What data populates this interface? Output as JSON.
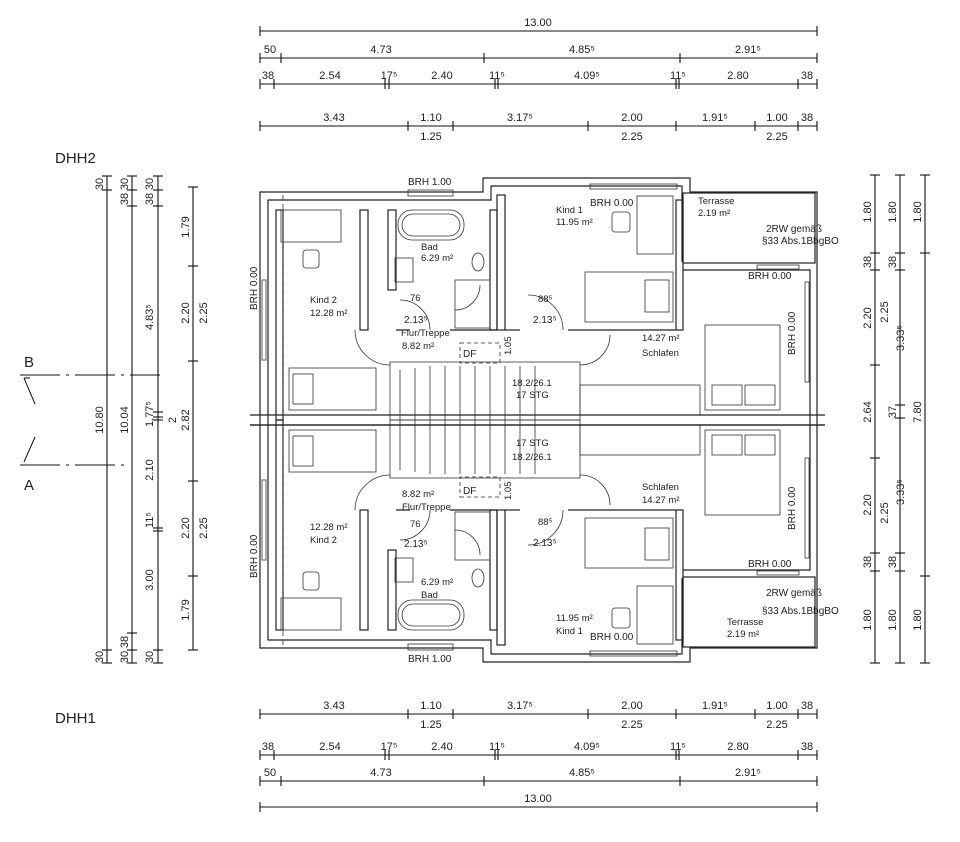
{
  "labels": {
    "dhh2": "DHH2",
    "dhh1": "DHH1",
    "section_a": "A",
    "section_b": "B"
  },
  "dims_top": {
    "overall": "13.00",
    "row2": [
      "50",
      "4.73",
      "4.85⁵",
      "2.91⁵"
    ],
    "row3": [
      "38",
      "2.54",
      "17⁵",
      "2.40",
      "11⁵",
      "4.09⁵",
      "11⁵",
      "2.80",
      "38"
    ],
    "row4_above": [
      "3.43",
      "1.10",
      "3.17⁵",
      "2.00",
      "1.91⁵",
      "1.00",
      "38"
    ],
    "row4_below": [
      "1.25",
      "2.25",
      "2.25"
    ]
  },
  "dims_bottom": {
    "overall": "13.00",
    "row2": [
      "50",
      "4.73",
      "4.85⁵",
      "2.91⁵"
    ],
    "row3": [
      "38",
      "2.54",
      "17⁵",
      "2.40",
      "11⁵",
      "4.09⁵",
      "11⁵",
      "2.80",
      "38"
    ],
    "row4_above": [
      "3.43",
      "1.10",
      "3.17⁵",
      "2.00",
      "1.91⁵",
      "1.00",
      "38"
    ],
    "row4_below": [
      "1.25",
      "2.25",
      "2.25"
    ]
  },
  "dims_left": {
    "col1": [
      "30",
      "10.80",
      "30"
    ],
    "col2": [
      "30",
      "38",
      "10.04",
      "38",
      "30"
    ],
    "col3": [
      "30",
      "38",
      "4.83⁵",
      "1.77⁵",
      "2",
      "2.10",
      "11⁵",
      "3.00",
      "30"
    ],
    "col4": [
      "1.79",
      "2.20",
      "2.25",
      "2.82",
      "2.20",
      "2.25",
      "1.79"
    ]
  },
  "dims_right": {
    "col1": [
      "1.80",
      "38",
      "2.20",
      "2.64",
      "2.20",
      "38",
      "1.80"
    ],
    "col2": [
      "1.80",
      "38",
      "2.25",
      "3.33⁵",
      "37",
      "2.25",
      "3.33⁵",
      "38",
      "1.80"
    ],
    "col3": [
      "1.80",
      "7.80",
      "1.80"
    ]
  },
  "units": {
    "dhh2": {
      "kind2": {
        "name": "Kind 2",
        "area": "12.28 m²"
      },
      "bad": {
        "name": "Bad",
        "area": "6.29 m²"
      },
      "kind1": {
        "name": "Kind 1",
        "area": "11.95 m²"
      },
      "terrasse": {
        "name": "Terrasse",
        "area": "2.19 m²"
      },
      "flur": {
        "name": "Flur/Treppe",
        "area": "8.82 m²"
      },
      "schlafen": {
        "name": "Schlafen",
        "area": "14.27 m²"
      },
      "brh_top": "BRH 1.00",
      "brh_kind1": "BRH 0.00",
      "brh_left": "BRH 0.00",
      "brh_terrasse": "BRH 0.00",
      "brh_right": "BRH 0.00",
      "rw_line1": "2RW gemäß",
      "rw_line2": "§33 Abs.1BbgBO",
      "door_bad_w": "76",
      "door_bad_h": "2.13⁵",
      "door_kind1_w": "88⁵",
      "door_kind1_h": "2.13⁵",
      "stair_height": "1.05",
      "stair_ratio": "18.2/26.1",
      "stair_steps": "17 STG",
      "df": "DF"
    },
    "dhh1": {
      "kind2": {
        "name": "Kind 2",
        "area": "12.28 m²"
      },
      "bad": {
        "name": "Bad",
        "area": "6.29 m²"
      },
      "kind1": {
        "name": "Kind 1",
        "area": "11.95 m²"
      },
      "terrasse": {
        "name": "Terrasse",
        "area": "2.19 m²"
      },
      "flur": {
        "name": "Flur/Treppe",
        "area": "8.82 m²"
      },
      "schlafen": {
        "name": "Schlafen",
        "area": "14.27 m²"
      },
      "brh_top": "BRH 1.00",
      "brh_kind1": "BRH 0.00",
      "brh_left": "BRH 0.00",
      "brh_terrasse": "BRH 0.00",
      "brh_right": "BRH 0.00",
      "rw_line1": "2RW gemäß",
      "rw_line2": "§33 Abs.1BbgBO",
      "door_bad_w": "76",
      "door_bad_h": "2.13⁵",
      "door_kind1_w": "88⁵",
      "door_kind1_h": "2.13⁵",
      "stair_height": "1.05",
      "stair_ratio": "18.2/26.1",
      "stair_steps": "17 STG",
      "df": "DF"
    }
  }
}
